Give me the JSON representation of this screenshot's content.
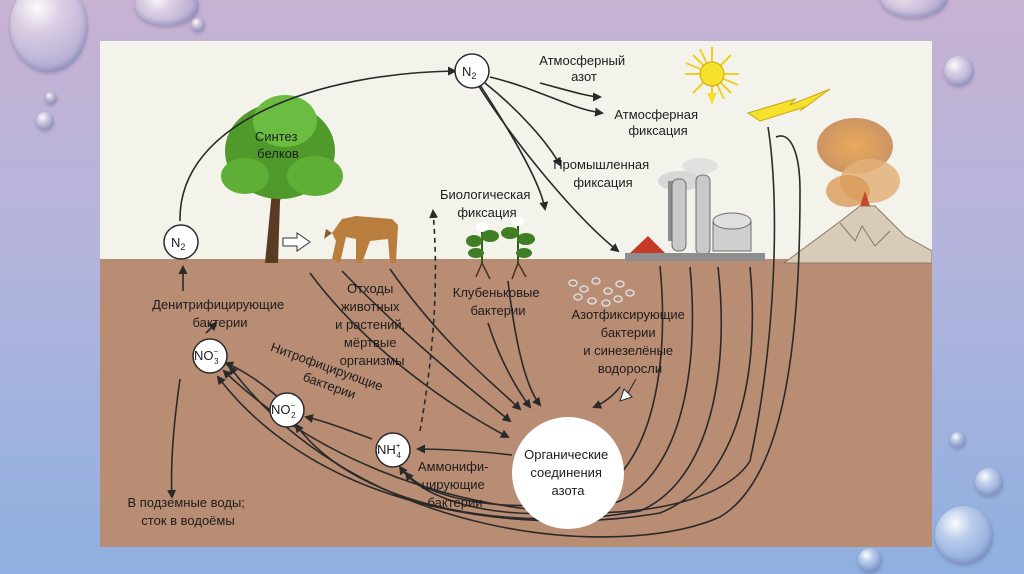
{
  "diagram": {
    "nodes": {
      "n2_top": {
        "main": "N",
        "sub": "2",
        "sup": ""
      },
      "n2_left": {
        "main": "N",
        "sub": "2",
        "sup": ""
      },
      "no3": {
        "main": "NO",
        "sub": "3",
        "sup": "−"
      },
      "no2": {
        "main": "NO",
        "sub": "2",
        "sup": "−"
      },
      "nh4": {
        "main": "NH",
        "sub": "4",
        "sup": "+"
      },
      "organic": [
        "Органические",
        "соединения",
        "азота"
      ]
    },
    "labels": {
      "atm_nitrogen": [
        "Атмосферный",
        "азот"
      ],
      "atm_fixation": [
        "Атмосферная",
        "фиксация"
      ],
      "industrial_fixation": [
        "Промышленная",
        "фиксация"
      ],
      "bio_fixation": [
        "Биологическая",
        "фиксация"
      ],
      "protein_synthesis": [
        "Синтез",
        "белков"
      ],
      "denitrifying": [
        "Денитрифицирующие",
        "бактерии"
      ],
      "waste": [
        "Отходы",
        "животных",
        "и растений,",
        "мёртвые",
        "организмы"
      ],
      "nodule": [
        "Клубеньковые",
        "бактерии"
      ],
      "azotobacter": [
        "Азотфиксирующие",
        "бактерии",
        "и синезелёные",
        "водоросли"
      ],
      "nitrifying": [
        "Нитрофицирующие",
        "бактерии"
      ],
      "ammonifying": [
        "Аммонифи-",
        "цирующие",
        "бактерии"
      ],
      "groundwater": [
        "В подземные воды;",
        "сток в водоёмы"
      ]
    },
    "colors": {
      "soil": "#b98c74",
      "sky": "#f3f3ec",
      "arrow": "#2a2a2a",
      "tree_crown": "#4f9a2a",
      "sun": "#f6e12c"
    }
  }
}
